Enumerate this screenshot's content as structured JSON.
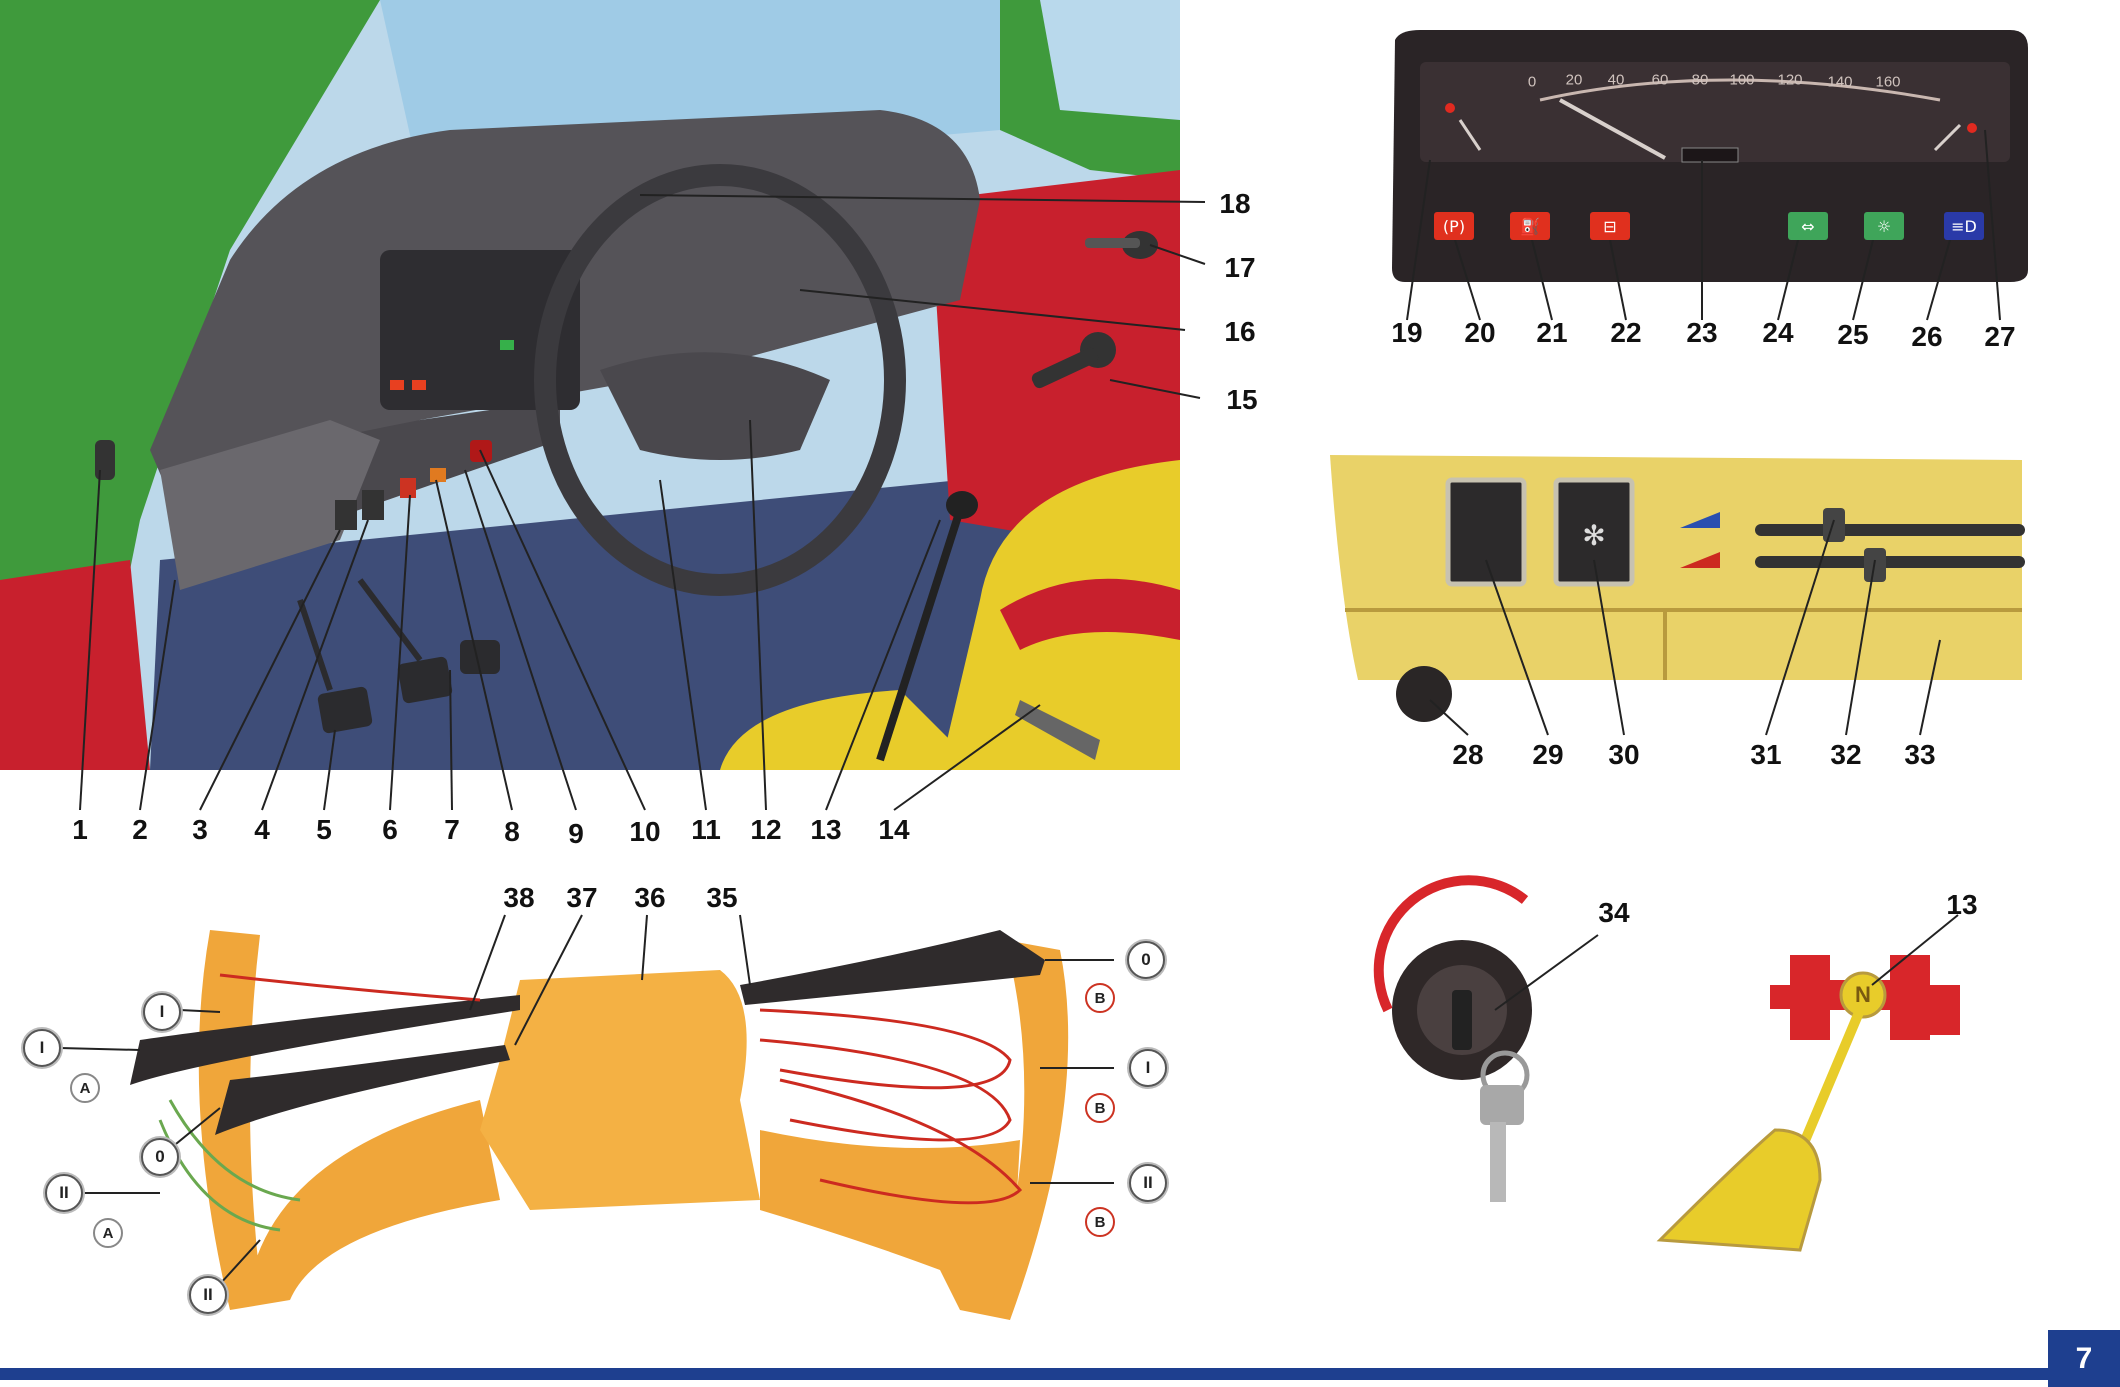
{
  "interior_callouts": [
    "1",
    "2",
    "3",
    "4",
    "5",
    "6",
    "7",
    "8",
    "9",
    "10",
    "11",
    "12",
    "13",
    "14",
    "15",
    "16",
    "17",
    "18"
  ],
  "cluster_callouts": [
    "19",
    "20",
    "21",
    "22",
    "23",
    "24",
    "25",
    "26",
    "27"
  ],
  "speedometer_scale": [
    "0",
    "20",
    "40",
    "60",
    "80",
    "100",
    "120",
    "140",
    "160"
  ],
  "heater_callouts": [
    "28",
    "29",
    "30",
    "31",
    "32",
    "33"
  ],
  "switch_callouts": [
    "35",
    "36",
    "37",
    "38"
  ],
  "switch_positions": {
    "left_I_outer": "I",
    "left_I_inner": "I",
    "left_0": "0",
    "left_II_outer": "II",
    "left_II_inner": "II",
    "left_A_1": "A",
    "left_A_2": "A",
    "right_0": "0",
    "right_I": "I",
    "right_II": "II",
    "right_B_1": "B",
    "right_B_2": "B",
    "right_B_3": "B"
  },
  "ignition_callout": "34",
  "gear_callout": "13",
  "gear_neutral": "N",
  "page_number": "7",
  "colors": {
    "body_green": "#3f9a3c",
    "trim_red": "#c8202d",
    "seat_yellow": "#e8cc2a",
    "dash_gray": "#555358",
    "panel_yellow": "#e9d268",
    "switch_orange": "#f0a63a",
    "footer_blue": "#1e3f8f"
  }
}
